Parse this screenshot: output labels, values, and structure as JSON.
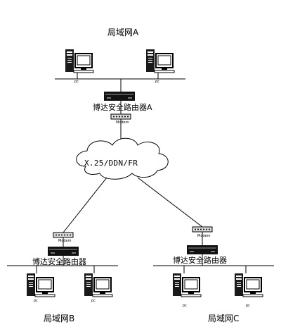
{
  "lan_a": {
    "title": "局域网A",
    "router_label": "博达安全路由器A",
    "modem_label": "Modem",
    "pc_labels": [
      "pc",
      "pc"
    ]
  },
  "cloud": {
    "label": "X.25/DDN/FR"
  },
  "lan_b": {
    "title": "局域网B",
    "router_label": "博达安全路由器",
    "modem_label": "Modem",
    "pc_labels": [
      "pc",
      "pc"
    ]
  },
  "lan_c": {
    "title": "局域网C",
    "router_label": "博达安全路由器",
    "modem_label": "Modem",
    "pc_labels": [
      "pc",
      "pc"
    ]
  },
  "colors": {
    "line": "#000000",
    "device": "#111111",
    "screen_fill": "#ffffff"
  }
}
